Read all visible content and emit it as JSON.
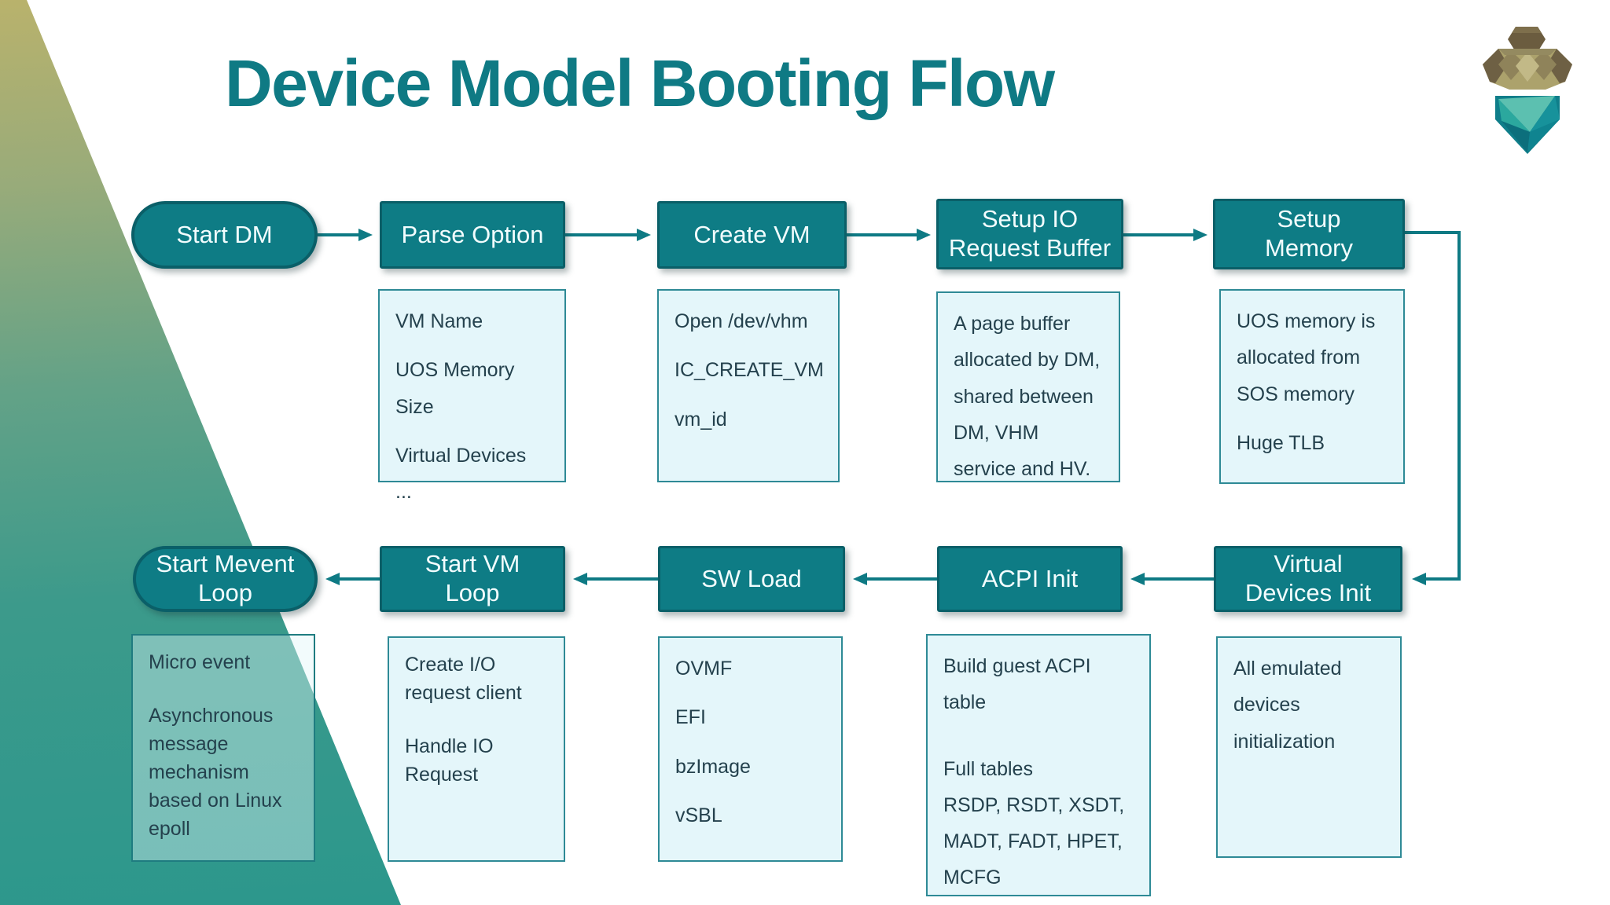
{
  "slide": {
    "title": "Device Model Booting Flow"
  },
  "icons": {
    "logo": "acrn-acorn-logo"
  },
  "colors": {
    "accent": "#0E7C85",
    "box_border": "#0A5F68",
    "note_bg": "#E4F6FA",
    "note_border": "#2E8A96",
    "note_text": "#24414D",
    "title": "#0F7A84",
    "wedge_top": "#B9B26C",
    "wedge_bottom": "#2C978C"
  },
  "nodes": {
    "start_dm": {
      "label": "Start DM"
    },
    "parse_option": {
      "label": "Parse Option"
    },
    "create_vm": {
      "label": "Create VM"
    },
    "setup_io": {
      "label": "Setup IO Request Buffer"
    },
    "setup_memory": {
      "label": "Setup Memory"
    },
    "start_mevent": {
      "label": "Start Mevent Loop"
    },
    "start_vm_loop": {
      "label": "Start VM Loop"
    },
    "sw_load": {
      "label": "SW Load"
    },
    "acpi_init": {
      "label": "ACPI Init"
    },
    "virtual_devices": {
      "label": "Virtual Devices Init"
    }
  },
  "notes": {
    "parse_option": {
      "lines": [
        "VM Name",
        "UOS Memory Size",
        "Virtual Devices",
        "..."
      ]
    },
    "create_vm": {
      "lines": [
        "Open /dev/vhm",
        "IC_CREATE_VM",
        "vm_id"
      ]
    },
    "setup_io": {
      "lines": [
        "A page buffer allocated by DM, shared between DM, VHM service and HV."
      ]
    },
    "setup_memory": {
      "lines": [
        "UOS memory is allocated from SOS memory",
        "Huge TLB"
      ]
    },
    "start_mevent": {
      "lines": [
        "Micro event",
        "Asynchronous message mechanism based on Linux epoll"
      ]
    },
    "start_vm_loop": {
      "lines": [
        "Create I/O request client",
        "Handle IO Request"
      ]
    },
    "sw_load": {
      "lines": [
        "OVMF",
        "EFI",
        "bzImage",
        "vSBL"
      ]
    },
    "acpi_init": {
      "lines": [
        "Build guest ACPI table",
        "Full tables",
        "RSDP, RSDT, XSDT, MADT, FADT, HPET, MCFG"
      ]
    },
    "virtual_devices": {
      "lines": [
        "All emulated devices initialization"
      ]
    }
  }
}
